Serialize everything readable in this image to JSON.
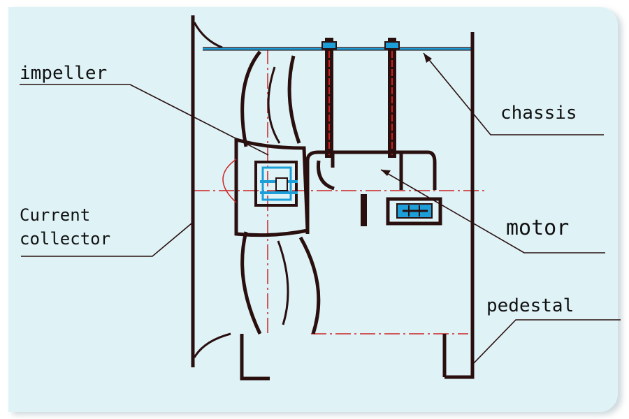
{
  "labels": {
    "impeller": "impeller",
    "chassis": "chassis",
    "current_collector_line1": "Current",
    "current_collector_line2": "collector",
    "motor": "motor",
    "pedestal": "pedestal"
  },
  "colors": {
    "background": "#dff3f7",
    "outline": "#2a0f0f",
    "centerline": "#cc2222",
    "accent": "#1c9fd8",
    "label_text": "#111111"
  }
}
